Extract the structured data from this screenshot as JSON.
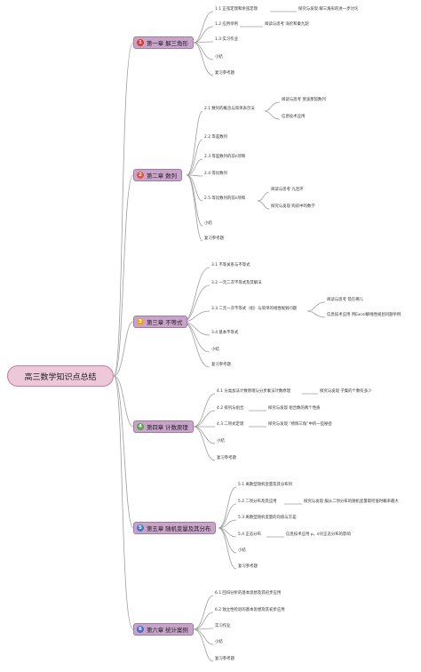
{
  "root": {
    "title": "高三数学知识点总结"
  },
  "chapters": [
    {
      "num": "1",
      "title": "第一章  解三角形",
      "color": "#e2382e"
    },
    {
      "num": "2",
      "title": "第二章  数列",
      "color": "#e5523a"
    },
    {
      "num": "3",
      "title": "第三章  不等式",
      "color": "#f0a21e"
    },
    {
      "num": "4",
      "title": "第四章  计数原理",
      "color": "#57a845"
    },
    {
      "num": "5",
      "title": "第五章  随机变量及其分布",
      "color": "#3d7ec6"
    },
    {
      "num": "6",
      "title": "第六章  统计案例",
      "color": "#4a6ac8"
    }
  ],
  "items": [
    "1.1  正弦定理和余弦定理",
    "探究与发现  解三角形的进一步讨论",
    "1.2  应用举例",
    "阅读与思考  海伦和秦九韶",
    "1.3  实习作业",
    "小结",
    "复习参考题",
    "2.1  数列的概念与简单表示法",
    "阅读与思考  斐波那契数列",
    "信息技术应用",
    "2.2  等差数列",
    "2.3  等差数列的前n项和",
    "2.4  等比数列",
    "2.5  等比数列的前n项和",
    "阅读与思考  九连环",
    "探究与发现  购房中的数学",
    "小结",
    "复习参考题",
    "3.1  不等关系与不等式",
    "3.2  一元二次不等式及其解法",
    "3.3  二元一次不等式（组）与简单的线性规划问题",
    "阅读与思考  错在哪儿",
    "信息技术应用  用Excel解线性规划问题举例",
    "3.4  基本不等式",
    "小结",
    "复习参考题",
    "4.1  分类加法计数原理与分步乘法计数原理",
    "探究与发现  子集的个数有多少",
    "4.2  排列与组合",
    "探究与发现  组合数的两个性质",
    "4.3  二项式定理",
    "探究与发现  “杨辉三角”中的一些秘密",
    "小结",
    "复习参考题",
    "5.1  离散型随机变量及其分布列",
    "5.2  二项分布及其应用",
    "探究与发现  服从二项分布的随机变量取何值时概率最大",
    "5.3  离散型随机变量的均值与方差",
    "5.4  正态分布",
    "信息技术应用  μ，σ对正态分布的影响",
    "小结",
    "复习参考题",
    "6.1  回归分析的基本思想及其初步应用",
    "6.2  独立性检验的基本思想及其初步应用",
    "实习作业",
    "小结",
    "复习参考题"
  ]
}
